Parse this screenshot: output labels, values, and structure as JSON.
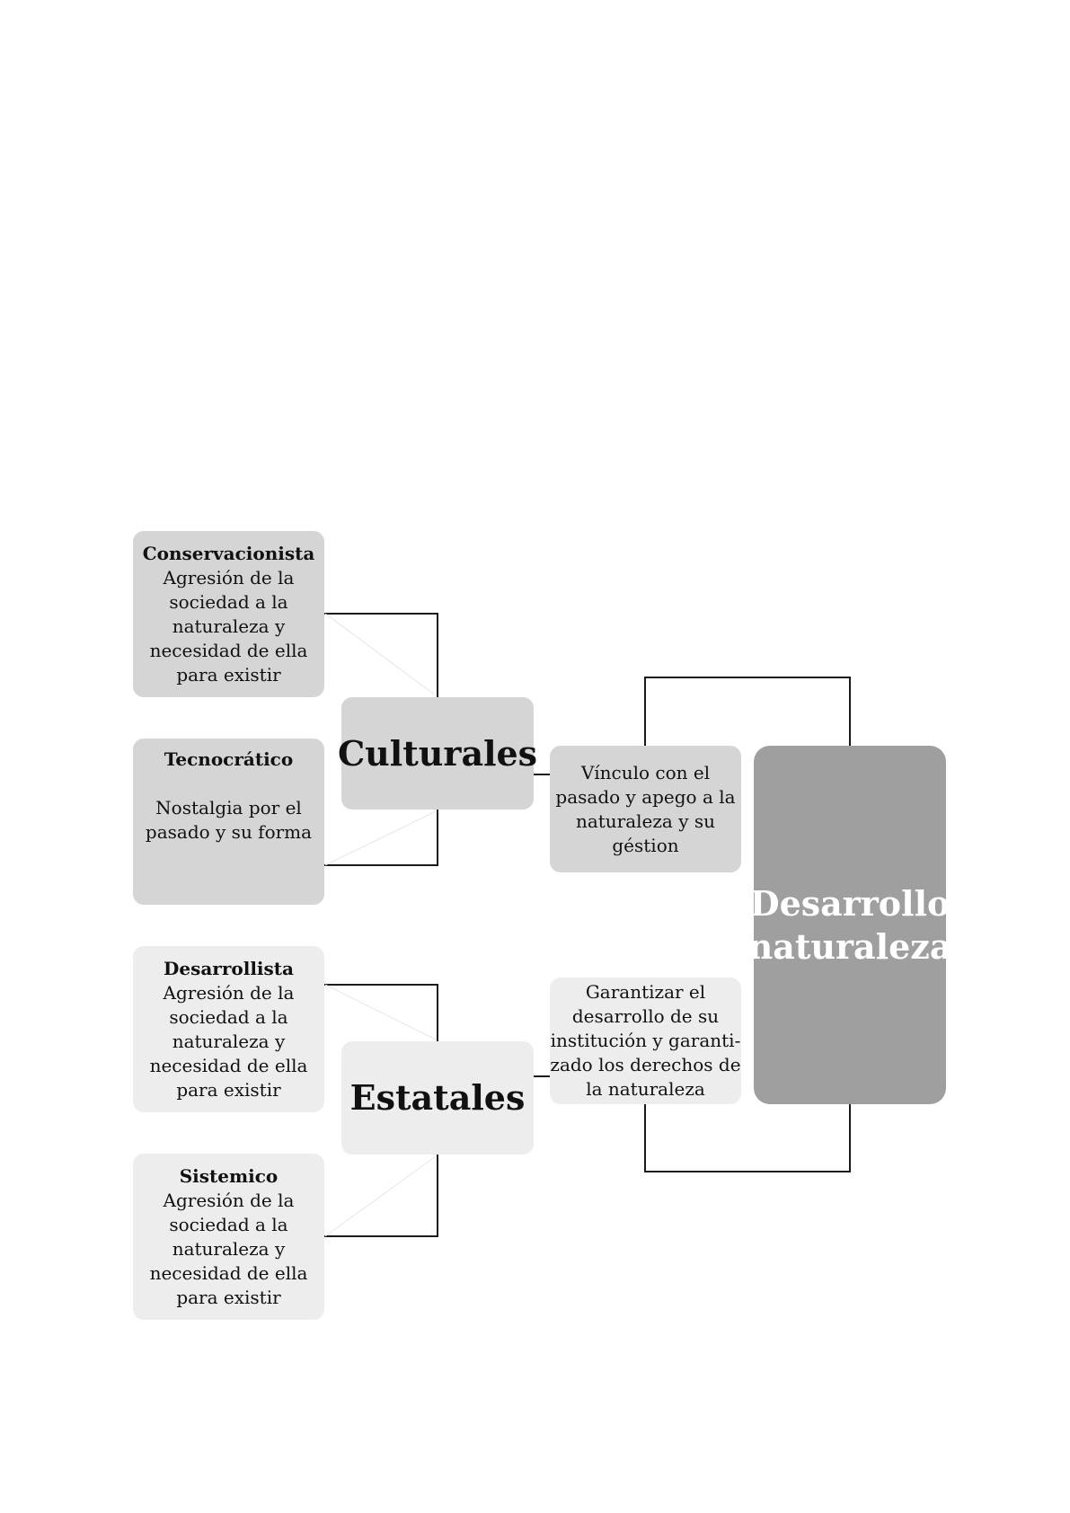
{
  "groups": {
    "culturales": {
      "label": "Culturales",
      "items": [
        {
          "title": "Conservacionista",
          "desc": "Agresión de la\nsociedad a la\nnaturaleza y\nnecesidad de ella\npara existir"
        },
        {
          "title": "Tecnocrático",
          "desc": "Nostalgia por el\npasado y su forma"
        }
      ],
      "link_text": "Vínculo con el\npasado y apego a la\nnaturaleza y su\ngéstion"
    },
    "estatales": {
      "label": "Estatales",
      "items": [
        {
          "title": "Desarrollista",
          "desc": "Agresión de la\nsociedad a la\nnaturaleza y\nnecesidad de ella\npara existir"
        },
        {
          "title": "Sistemico",
          "desc": "Agresión de la\nsociedad a la\nnaturaleza y\nnecesidad de ella\npara existir"
        }
      ],
      "link_text": "Garantizar el\ndesarrollo de su\ninstitución y garanti-\nzado los derechos de\nla naturaleza"
    }
  },
  "central": {
    "label": "Desarrollo\nnaturaleza"
  },
  "colors": {
    "box_culturales": "#d5d5d5",
    "box_estatales": "#ededed",
    "central": "#9f9f9f",
    "connector": "#1a1a1a"
  }
}
